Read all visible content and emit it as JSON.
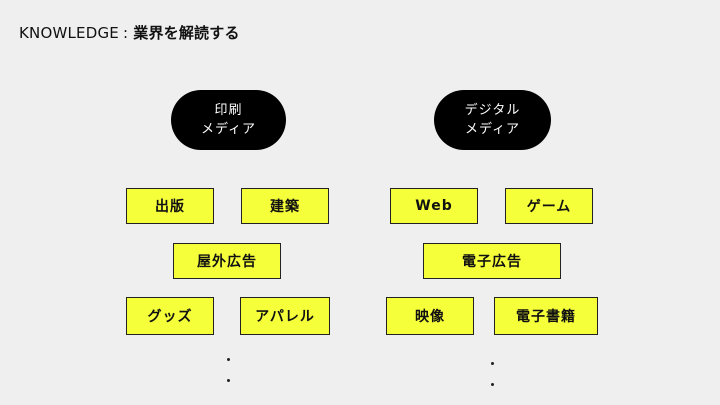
{
  "header": {
    "prefix": "KNOWLEDGE",
    "separator": ":",
    "title": "業界を解読する"
  },
  "columns": {
    "print": {
      "pill_line1": "印刷",
      "pill_line2": "メディア",
      "items": [
        "出版",
        "建築",
        "屋外広告",
        "グッズ",
        "アパレル"
      ]
    },
    "digital": {
      "pill_line1": "デジタル",
      "pill_line2": "メディア",
      "items": [
        "Web",
        "ゲーム",
        "電子広告",
        "映像",
        "電子書籍"
      ]
    }
  },
  "colors": {
    "box_fill": "#f5ff3a",
    "pill_fill": "#000000",
    "background": "#efefef"
  }
}
